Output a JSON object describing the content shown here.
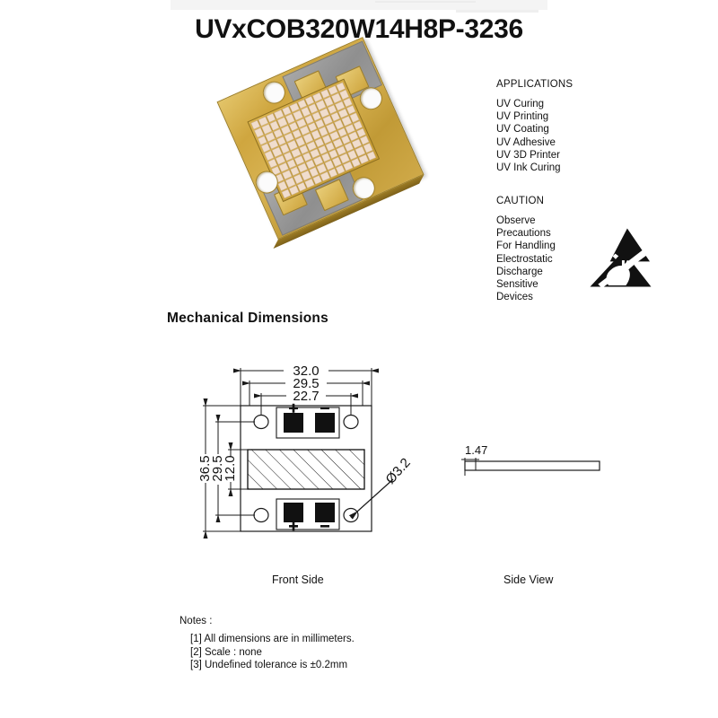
{
  "title": "UVxCOB320W14H8P-3236",
  "applications": {
    "heading": "APPLICATIONS",
    "items": [
      "UV Curing",
      "UV Printing",
      "UV Coating",
      "UV Adhesive",
      "UV 3D Printer",
      "UV Ink Curing"
    ]
  },
  "caution": {
    "heading": "CAUTION",
    "lines": [
      "Observe Precautions",
      "For Handling",
      "Electrostatic",
      "Discharge",
      "Sensitive",
      "Devices"
    ],
    "symbol": "esd-sensitive-icon"
  },
  "mechanical": {
    "heading": "Mechanical Dimensions",
    "front_caption": "Front Side",
    "side_caption": "Side View",
    "dimensions": {
      "width_outer": "32.0",
      "width_mid": "29.5",
      "width_inner": "22.7",
      "height_outer": "36.5",
      "height_mid": "29.5",
      "height_inner": "12.0",
      "hole_diameter": "Ø3.2",
      "thickness": "1.47"
    },
    "polarity": {
      "positive": "+",
      "negative": "−"
    }
  },
  "notes": {
    "heading": "Notes :",
    "items": [
      "[1] All dimensions are in millimeters.",
      "[2] Scale :  none",
      "[3] Undefined tolerance is ±0.2mm"
    ]
  },
  "colors": {
    "gold": "#cfa63f",
    "gold_light": "#e3c469",
    "pad_gray": "#9c9c9c",
    "die": "#f0ddcd",
    "line": "#1a1a1a"
  }
}
